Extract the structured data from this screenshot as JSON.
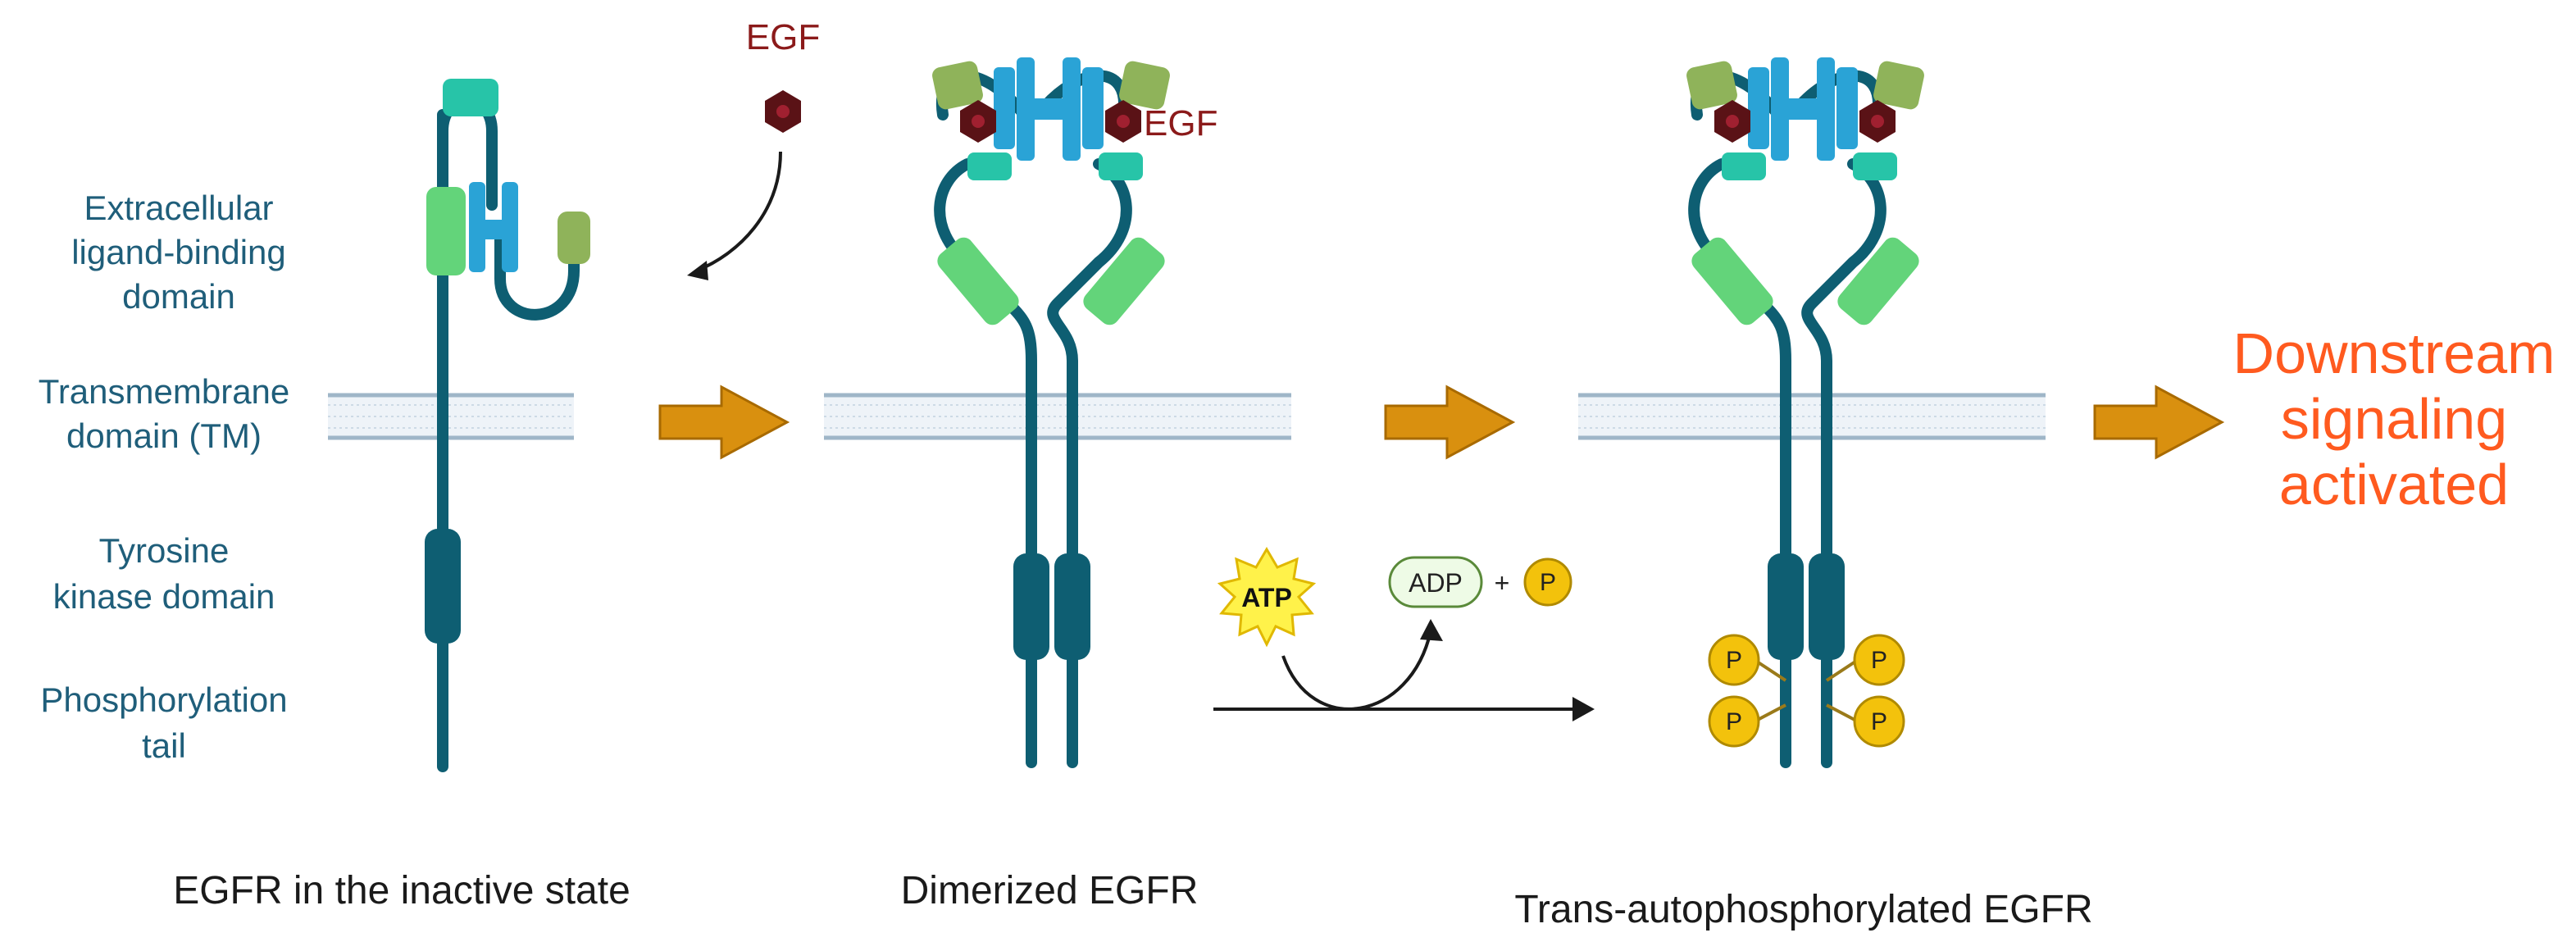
{
  "labels": {
    "extracellular": [
      "Extracellular",
      "ligand-binding",
      "domain"
    ],
    "transmembrane": [
      "Transmembrane",
      "domain (TM)"
    ],
    "kinase": [
      "Tyrosine",
      "kinase domain"
    ],
    "tail": [
      "Phosphorylation",
      "tail"
    ],
    "egf_free": "EGF",
    "egf_bound": "EGF",
    "downstream": [
      "Downstream",
      "signaling",
      "activated"
    ],
    "atp": "ATP",
    "adp": "ADP",
    "plus": "+",
    "phosphate": "P"
  },
  "captions": {
    "inactive": "EGFR in the inactive state",
    "dimerized": "Dimerized EGFR",
    "trans": "Trans-autophosphorylated EGFR"
  },
  "colors": {
    "receptor": "#0e5e72",
    "membrane": "#9fb6c8",
    "arrow": "#d9900f",
    "egf": "#5a1216",
    "phosphate": "#f3c20c",
    "domain_green_light": "#63d47a",
    "domain_green_olive": "#8fb35a",
    "domain_cyan": "#2aa3d6",
    "domain_teal": "#27c4a8",
    "downstream": "#ff5a1f"
  }
}
